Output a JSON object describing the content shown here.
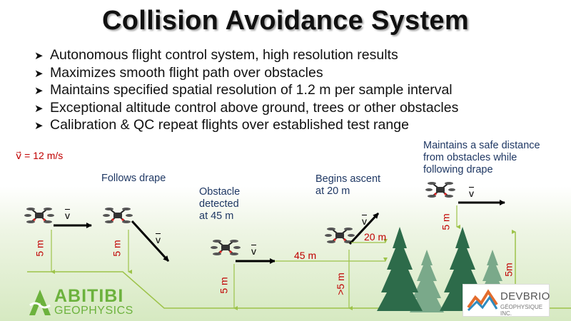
{
  "title": "Collision Avoidance System",
  "bullets": [
    "Autonomous flight control system, high resolution results",
    "Maximizes smooth flight path over obstacles",
    "Maintains specified spatial resolution of 1.2 m per sample interval",
    "Exceptional altitude control above ground, trees or other obstacles",
    "Calibration & QC repeat flights over established test range"
  ],
  "bullet_icon": "arrow-bullet-icon",
  "diagram": {
    "velocity_label": "v⃗ = 12 m/s",
    "follows_drape": "Follows drape",
    "obstacle_detected": [
      "Obstacle",
      "detected",
      "at 45 m"
    ],
    "begins_ascent": [
      "Begins ascent",
      "at 20 m"
    ],
    "safe_distance": [
      "Maintains a safe distance",
      "from obstacles while",
      "following drape"
    ],
    "vector_symbol": "v",
    "dist_5m": "5 m",
    "dist_45m": "45 m",
    "dist_20m": "20 m",
    "dist_gt5m": ">5 m",
    "dist_5m_tree": "5m",
    "colors": {
      "label_blue": "#1f3864",
      "measure_red": "#c00000",
      "guide_green": "#9dc34a",
      "tree_dark": "#2d6b4a",
      "tree_light": "#7aa98a"
    }
  },
  "logos": {
    "abitibi_name": "ABITIBI",
    "abitibi_sub": "GEOPHYSICS",
    "devbrio_name": "DEVBRIO",
    "devbrio_sub": "GÉOPHYSIQUE INC."
  }
}
